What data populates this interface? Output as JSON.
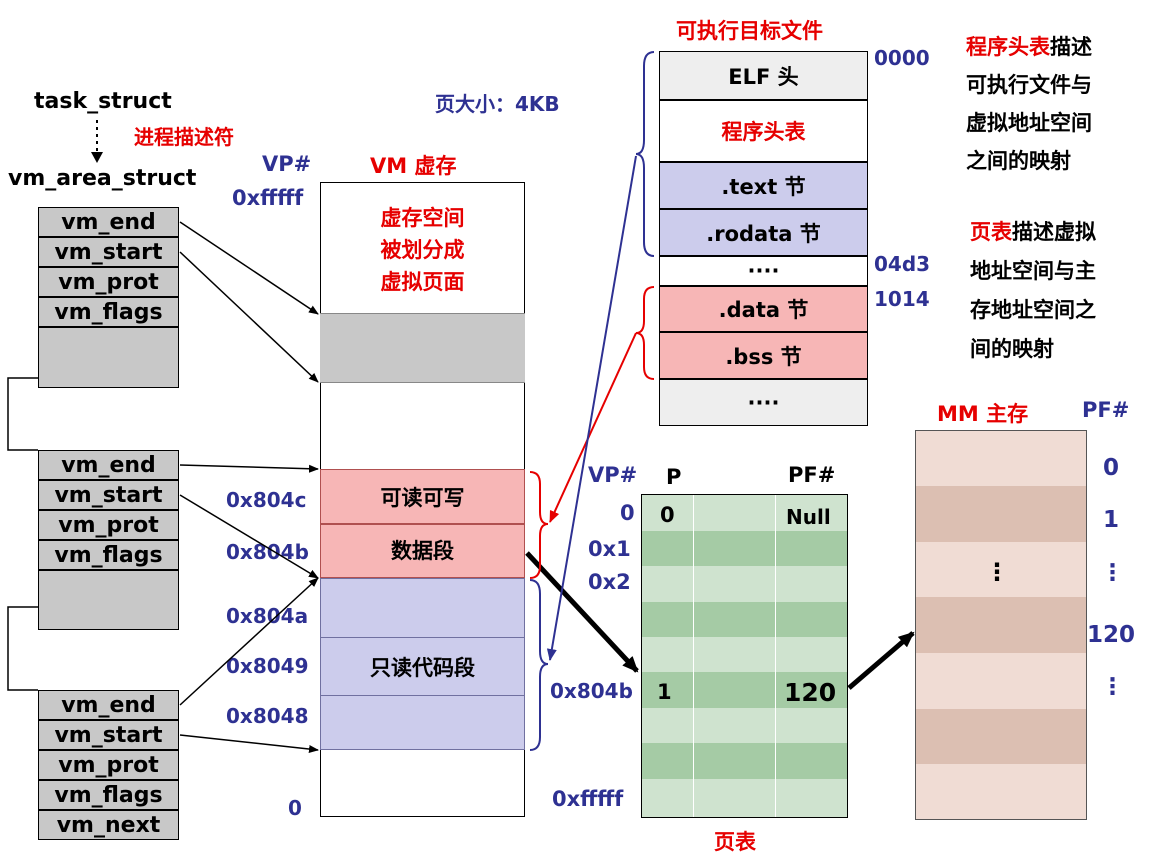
{
  "colors": {
    "red": "#e60000",
    "blue": "#2e3192",
    "vm_gray": "#c8c8c8",
    "pink": "#f7b6b6",
    "lavender": "#ccccec",
    "light_gray": "#eeeeee",
    "table_green_light": "#cfe3cf",
    "table_green_dark": "#a5cba5",
    "mm_light": "#f0dcd4",
    "mm_dark": "#dcbfb2"
  },
  "task": {
    "task_struct": "task_struct",
    "descriptor_note": "进程描述符",
    "vm_area_struct": "vm_area_struct"
  },
  "vm_areas": [
    {
      "fields": [
        "vm_end",
        "vm_start",
        "vm_prot",
        "vm_flags"
      ]
    },
    {
      "fields": [
        "vm_end",
        "vm_start",
        "vm_prot",
        "vm_flags"
      ]
    },
    {
      "fields": [
        "vm_end",
        "vm_start",
        "vm_prot",
        "vm_flags",
        "vm_next"
      ]
    }
  ],
  "vm": {
    "vp_header": "VP#",
    "title": "VM 虚存",
    "top_address": "0xfffff",
    "page_size_note": "页大小：4KB",
    "split_note": [
      "虚存空间",
      "被划分成",
      "虚拟页面"
    ],
    "segment_rw": "可读可写",
    "segment_data": "数据段",
    "segment_ro": "只读代码段",
    "addresses": [
      "0x804c",
      "0x804b",
      "0x804a",
      "0x8049",
      "0x8048",
      "0"
    ]
  },
  "elf": {
    "title": "可执行目标文件",
    "sections": [
      "ELF 头",
      "程序头表",
      ".text 节",
      ".rodata 节",
      "····",
      ".data 节",
      ".bss 节",
      "····"
    ],
    "offsets": [
      "0000",
      "04d3",
      "1014"
    ]
  },
  "notes": {
    "pht_highlight": "程序头表",
    "pht_rest": [
      "描述",
      "可执行文件与",
      "虚拟地址空间",
      "之间的映射"
    ],
    "pt_highlight": "页表",
    "pt_rest": [
      "描述虚拟",
      "地址空间与主",
      "存地址空间之",
      "间的映射"
    ]
  },
  "page_table": {
    "vp_header": "VP#",
    "p_header": "P",
    "pf_header": "PF#",
    "caption": "页表",
    "row0": {
      "p": "0",
      "pf": "Null"
    },
    "row_804b": {
      "p": "1",
      "pf": "120"
    },
    "vp_labels": [
      "0",
      "0x1",
      "0x2",
      "0x804b",
      "0xfffff"
    ]
  },
  "mm": {
    "title": "MM 主存",
    "pf_header": "PF#",
    "labels": [
      "0",
      "1",
      "⋮",
      "120",
      "⋮"
    ]
  }
}
